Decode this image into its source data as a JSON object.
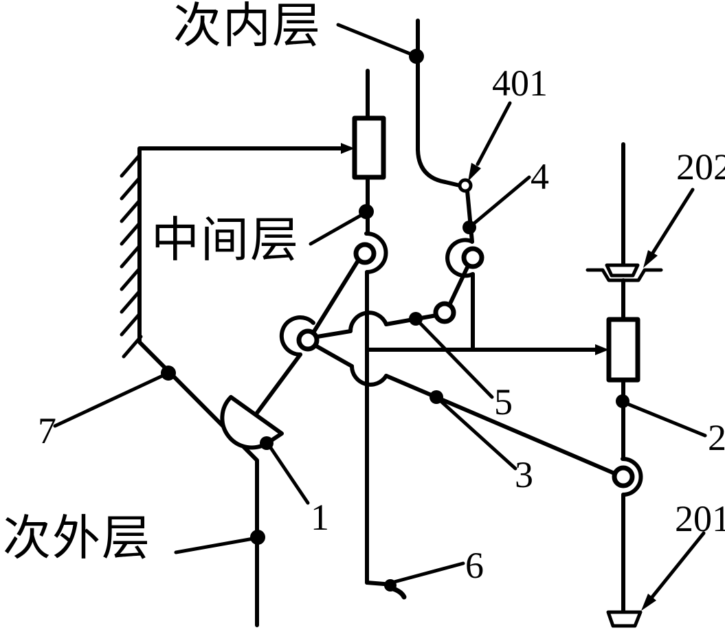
{
  "figure": {
    "background": "#ffffff",
    "ink": "#000000",
    "layer_labels": {
      "inner": "次内层",
      "middle": "中间层",
      "outer": "次外层"
    },
    "part_labels": {
      "p401": "401",
      "p4": "4",
      "p202": "202",
      "p2": "2",
      "p201": "201",
      "p5": "5",
      "p3": "3",
      "p6": "6",
      "p1": "1",
      "p7": "7"
    }
  }
}
